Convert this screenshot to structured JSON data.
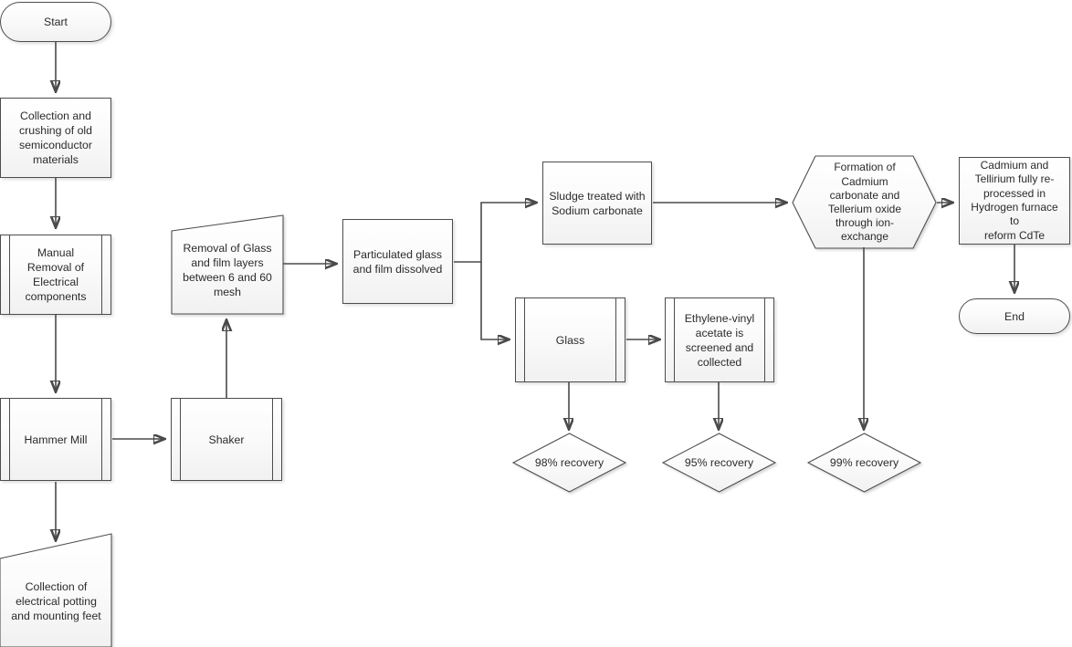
{
  "diagram": {
    "title": "CdTe semiconductor recycling process flowchart",
    "colors": {
      "node_fill_top": "#ffffff",
      "node_fill_bottom": "#f1f1f1",
      "node_border": "#4d4d4d",
      "connector": "#4a4a4a",
      "text": "#2b2b2b",
      "background": "#ffffff"
    }
  },
  "nodes": {
    "start": {
      "label": "Start",
      "shape": "terminator"
    },
    "collection_crushing": {
      "label": "Collection and\ncrushing of old\nsemiconductor\nmaterials",
      "shape": "process"
    },
    "manual_removal": {
      "label": "Manual\nRemoval of\nElectrical\ncomponents",
      "shape": "predefined-process"
    },
    "hammer_mill": {
      "label": "Hammer Mill",
      "shape": "predefined-process"
    },
    "potting_collection": {
      "label": "Collection of\nelectrical potting\nand mounting feet",
      "shape": "manual-operation"
    },
    "shaker": {
      "label": "Shaker",
      "shape": "predefined-process"
    },
    "glass_film_removal": {
      "label": "Removal of Glass\nand film layers\nbetween 6 and 60\nmesh",
      "shape": "manual-operation"
    },
    "particulated": {
      "label": "Particulated glass\nand film dissolved",
      "shape": "process"
    },
    "sludge": {
      "label": "Sludge treated with\nSodium carbonate",
      "shape": "process"
    },
    "glass": {
      "label": "Glass",
      "shape": "predefined-process"
    },
    "eva": {
      "label": "Ethylene-vinyl\nacetate is\nscreened and\ncollected",
      "shape": "predefined-process"
    },
    "formation": {
      "label": "Formation of\nCadmium\ncarbonate and\nTellerium oxide\nthrough ion-\nexchange",
      "shape": "hexagon"
    },
    "reprocessed": {
      "label": "Cadmium and\nTellirium fully re-\nprocessed in\nHydrogen furnace to\nreform CdTe",
      "shape": "process"
    },
    "end": {
      "label": "End",
      "shape": "terminator"
    },
    "recovery_glass": {
      "label": "98% recovery",
      "shape": "decision"
    },
    "recovery_eva": {
      "label": "95% recovery",
      "shape": "decision"
    },
    "recovery_cdte": {
      "label": "99% recovery",
      "shape": "decision"
    }
  },
  "edges": [
    {
      "from": "start",
      "to": "collection_crushing"
    },
    {
      "from": "collection_crushing",
      "to": "manual_removal"
    },
    {
      "from": "manual_removal",
      "to": "hammer_mill"
    },
    {
      "from": "hammer_mill",
      "to": "potting_collection"
    },
    {
      "from": "hammer_mill",
      "to": "shaker"
    },
    {
      "from": "shaker",
      "to": "glass_film_removal"
    },
    {
      "from": "glass_film_removal",
      "to": "particulated"
    },
    {
      "from": "particulated",
      "to": "sludge"
    },
    {
      "from": "particulated",
      "to": "glass"
    },
    {
      "from": "sludge",
      "to": "formation"
    },
    {
      "from": "formation",
      "to": "reprocessed"
    },
    {
      "from": "formation",
      "to": "recovery_cdte"
    },
    {
      "from": "reprocessed",
      "to": "end"
    },
    {
      "from": "glass",
      "to": "eva"
    },
    {
      "from": "glass",
      "to": "recovery_glass"
    },
    {
      "from": "eva",
      "to": "recovery_eva"
    }
  ]
}
